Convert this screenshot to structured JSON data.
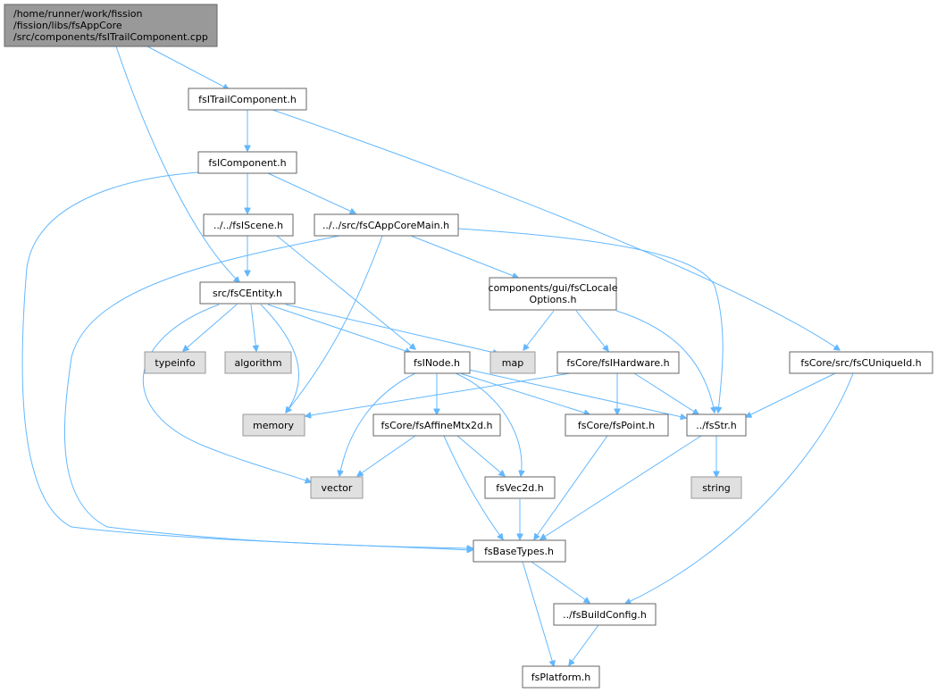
{
  "graph": {
    "root": {
      "lines": [
        "/home/runner/work/fission",
        "/fission/libs/fsAppCore",
        "/src/components/fsITrailComponent.cpp"
      ]
    },
    "nodes": {
      "fsITrailComponent": "fsITrailComponent.h",
      "fsIComponent": "fsIComponent.h",
      "fsIScene": "../../fsIScene.h",
      "fsCAppCoreMain": "../../src/fsCAppCoreMain.h",
      "fsCEntity": "src/fsCEntity.h",
      "fsCLocaleOptions_line1": "components/gui/fsCLocale",
      "fsCLocaleOptions_line2": "Options.h",
      "typeinfo": "typeinfo",
      "algorithm": "algorithm",
      "fsINode": "fsINode.h",
      "map": "map",
      "fsIHardware": "fsCore/fsIHardware.h",
      "fsCUniqueId": "fsCore/src/fsCUniqueId.h",
      "memory": "memory",
      "fsAffineMtx2d": "fsCore/fsAffineMtx2d.h",
      "fsPoint": "fsCore/fsPoint.h",
      "fsStr": "../fsStr.h",
      "vector": "vector",
      "fsVec2d": "fsVec2d.h",
      "string": "string",
      "fsBaseTypes": "fsBaseTypes.h",
      "fsBuildConfig": "../fsBuildConfig.h",
      "fsPlatform": "fsPlatform.h"
    }
  }
}
